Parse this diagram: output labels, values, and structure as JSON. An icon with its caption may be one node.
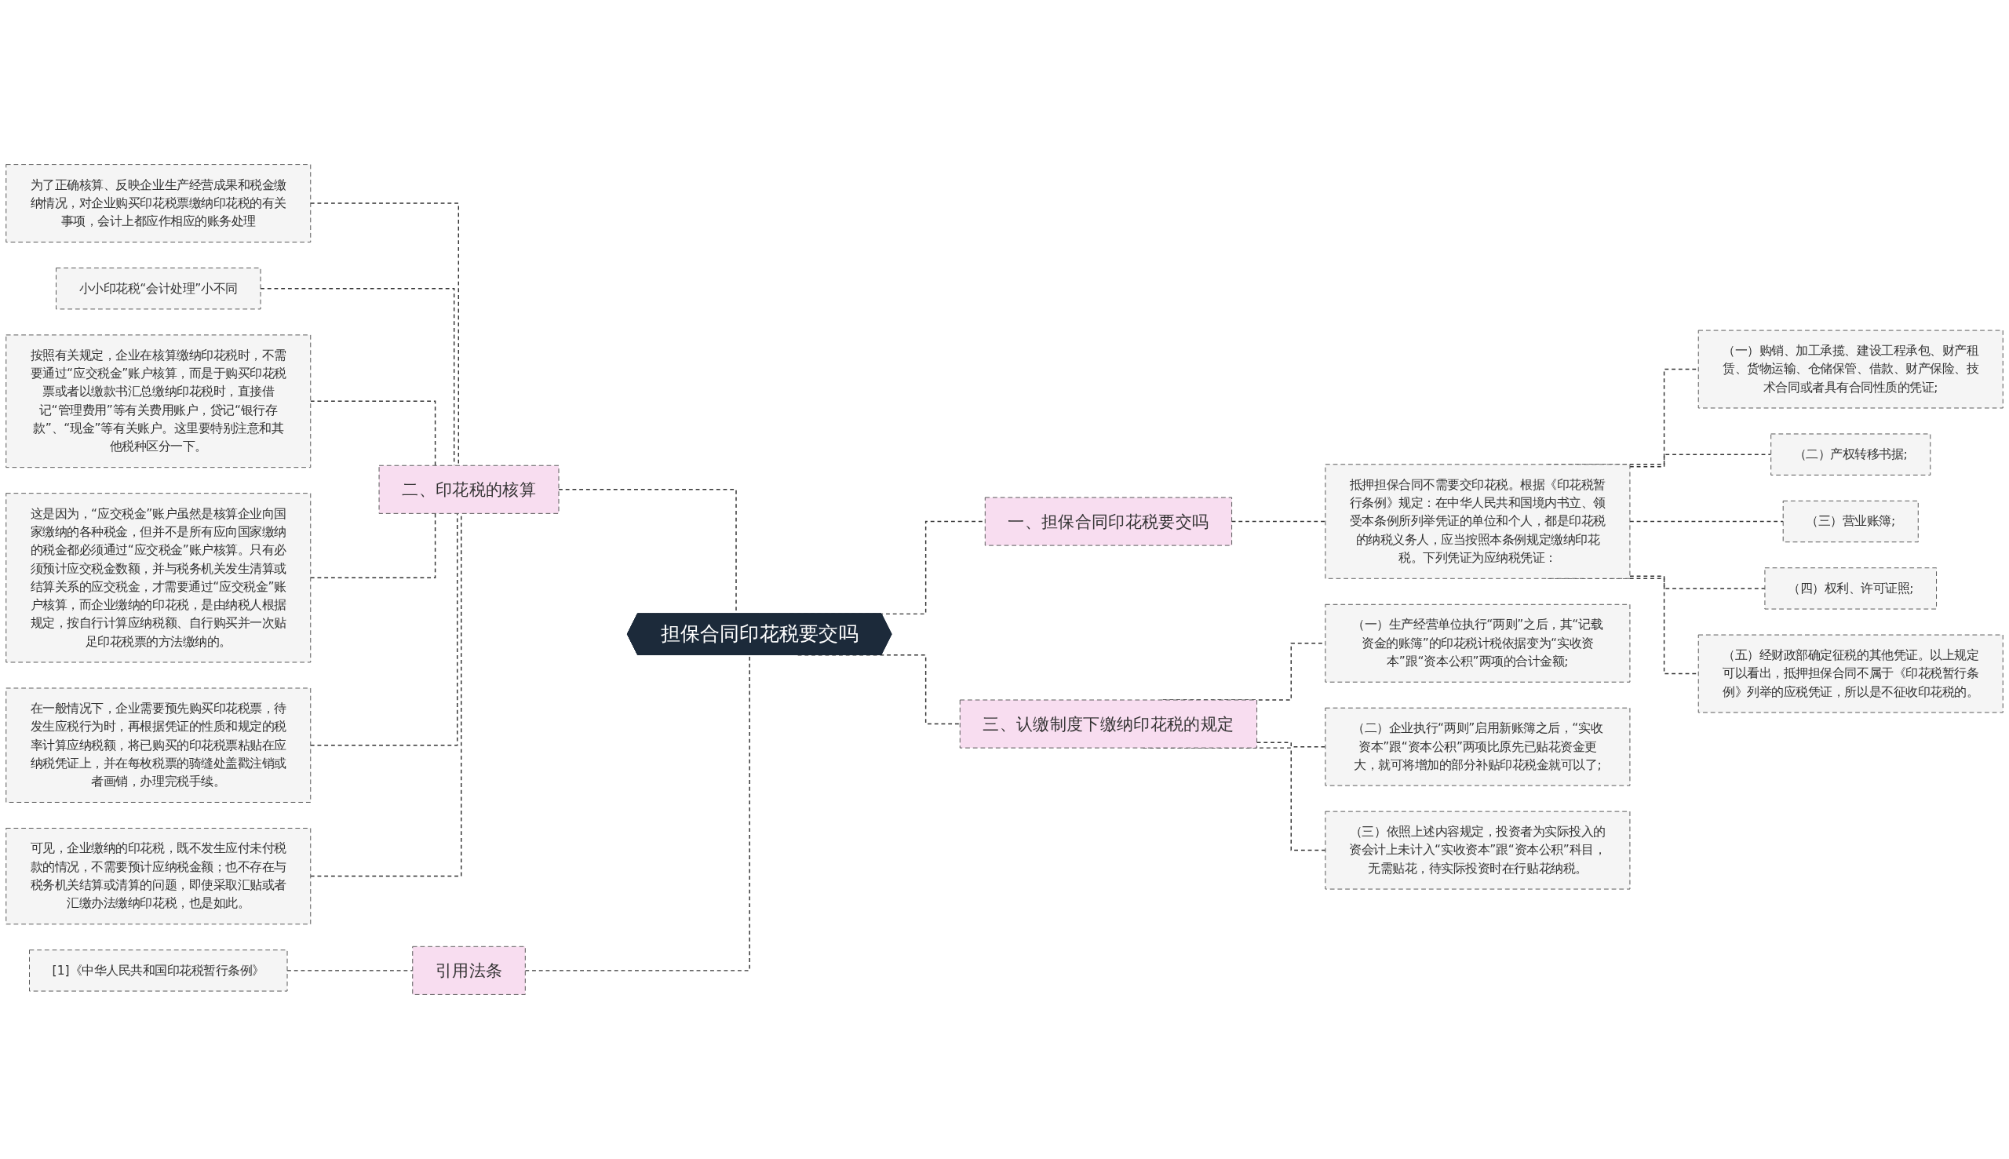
{
  "diagram": {
    "nodes": [
      {
        "text": [
          "担保合同印花税要交吗"
        ]
      },
      {
        "text": [
          "一、担保合同印花税要交吗"
        ]
      },
      {
        "text": [
          "抵押担保合同不需要交印花税。根据《印花税暂行条例》规定：在中华人民共和国境内书立、领受本条例所列举凭证的单位和个人，都是印花税的纳税义务人，应当按照本条例规定缴纳印花税。下列凭证为应纳税凭证："
        ]
      },
      {
        "text": [
          "（一）购销、加工承揽、建设工程承包、财产租赁、货物运输、仓储保管、借款、财产保险、技术合同或者具有合同性质的凭证;"
        ]
      },
      {
        "text": [
          "（二）产权转移书据;"
        ]
      },
      {
        "text": [
          "（三）营业账簿;"
        ]
      },
      {
        "text": [
          "（四）权利、许可证照;"
        ]
      },
      {
        "text": [
          "（五）经财政部确定征税的其他凭证。以上规定可以看出，抵押担保合同不属于《印花税暂行条例》列举的应税凭证，所以是不征收印花税的。"
        ]
      },
      {
        "text": [
          "二、印花税的核算"
        ]
      },
      {
        "text": [
          "为了正确核算、反映企业生产经营成果和税金缴纳情况，对企业购买印花税票缴纳印花税的有关事项，会计上都应作相应的账务处理"
        ]
      },
      {
        "text": [
          "小小印花税“会计处理”小不同"
        ]
      },
      {
        "text": [
          "按照有关规定，企业在核算缴纳印花税时，不需要通过“应交税金”账户核算，而是于购买印花税票或者以缴款书汇总缴纳印花税时，直接借记“管理费用”等有关费用账户，贷记“银行存款”、“现金”等有关账户。这里要特别注意和其他税种区分一下。"
        ]
      },
      {
        "text": [
          "这是因为，“应交税金”账户虽然是核算企业向国家缴纳的各种税金，但并不是所有应向国家缴纳的税金都必须通过“应交税金”账户核算。只有必须预计应交税金数额，并与税务机关发生清算或结算关系的应交税金，才需要通过“应交税金”账户核算，而企业缴纳的印花税，是由纳税人根据规定，按自行计算应纳税额、自行购买并一次贴足印花税票的方法缴纳的。"
        ]
      },
      {
        "text": [
          "在一般情况下，企业需要预先购买印花税票，待发生应税行为时，再根据凭证的性质和规定的税率计算应纳税额，将已购买的印花税票粘贴在应纳税凭证上，并在每枚税票的骑缝处盖戳注销或者画销，办理完税手续。"
        ]
      },
      {
        "text": [
          "可见，企业缴纳的印花税，既不发生应付未付税款的情况，不需要预计应纳税金额；也不存在与税务机关结算或清算的问题，即使采取汇贴或者汇缴办法缴纳印花税，也是如此。"
        ]
      },
      {
        "text": [
          "三、认缴制度下缴纳印花税的规定"
        ]
      },
      {
        "text": [
          "（一）生产经营单位执行“两则”之后，其“记载资金的账簿”的印花税计税依据变为“实收资本”跟“资本公积”两项的合计金额;"
        ]
      },
      {
        "text": [
          "（二）企业执行“两则”启用新账簿之后，“实收资本”跟“资本公积”两项比原先已贴花资金更大，就可将增加的部分补贴印花税金就可以了;"
        ]
      },
      {
        "text": [
          "（三）依照上述内容规定，投资者为实际投入的资会计上未计入“实收资本”跟“资本公积”科目，无需贴花，待实际投资时在行贴花纳税。"
        ]
      },
      {
        "text": [
          "引用法条"
        ]
      },
      {
        "text": [
          "[1]《中华人民共和国印花税暂行条例》"
        ]
      }
    ],
    "edges": [
      {
        "from": 0,
        "to": 1,
        "arrow": "none",
        "style": "dashed"
      },
      {
        "from": 1,
        "to": 2,
        "arrow": "none",
        "style": "dashed"
      },
      {
        "from": 2,
        "to": 3,
        "arrow": "none",
        "style": "dashed"
      },
      {
        "from": 2,
        "to": 4,
        "arrow": "none",
        "style": "dashed"
      },
      {
        "from": 2,
        "to": 5,
        "arrow": "none",
        "style": "dashed"
      },
      {
        "from": 2,
        "to": 6,
        "arrow": "none",
        "style": "dashed"
      },
      {
        "from": 2,
        "to": 7,
        "arrow": "none",
        "style": "dashed"
      },
      {
        "from": 9,
        "to": 8,
        "arrow": "none",
        "style": "dashed"
      },
      {
        "from": 10,
        "to": 8,
        "arrow": "none",
        "style": "dashed"
      },
      {
        "from": 11,
        "to": 8,
        "arrow": "none",
        "style": "dashed"
      },
      {
        "from": 12,
        "to": 8,
        "arrow": "none",
        "style": "dashed"
      },
      {
        "from": 13,
        "to": 8,
        "arrow": "none",
        "style": "dashed"
      },
      {
        "from": 14,
        "to": 8,
        "arrow": "none",
        "style": "dashed"
      },
      {
        "from": 8,
        "to": 0,
        "arrow": "none",
        "style": "dashed"
      },
      {
        "from": 0,
        "to": 15,
        "arrow": "none",
        "style": "dashed"
      },
      {
        "from": 15,
        "to": 16,
        "arrow": "none",
        "style": "dashed"
      },
      {
        "from": 15,
        "to": 17,
        "arrow": "none",
        "style": "dashed"
      },
      {
        "from": 15,
        "to": 18,
        "arrow": "none",
        "style": "dashed"
      },
      {
        "from": 20,
        "to": 19,
        "arrow": "none",
        "style": "dashed"
      },
      {
        "from": 19,
        "to": 0,
        "arrow": "none",
        "style": "dashed"
      }
    ]
  }
}
